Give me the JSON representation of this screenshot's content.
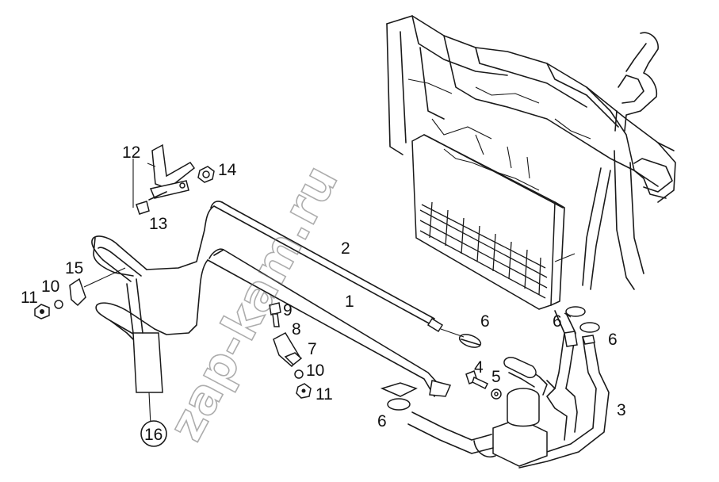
{
  "watermark": "zap-kam.ru",
  "callouts": {
    "c1": "1",
    "c2": "2",
    "c3": "3",
    "c4": "4",
    "c5": "5",
    "c6a": "6",
    "c6b": "6",
    "c6c": "6",
    "c6d": "6",
    "c7": "7",
    "c8": "8",
    "c9": "9",
    "c10a": "10",
    "c10b": "10",
    "c11a": "11",
    "c11b": "11",
    "c12": "12",
    "c13": "13",
    "c14": "14",
    "c15": "15",
    "c16": "16"
  },
  "colors": {
    "ink": "#1a1a1a",
    "watermark": "#6a6a6a",
    "background": "#ffffff"
  }
}
